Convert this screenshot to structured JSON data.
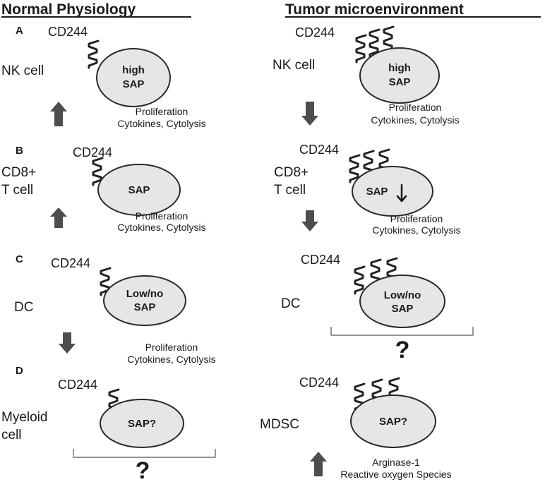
{
  "headers": {
    "left": "Normal Physiology",
    "right": "Tumor microenvironment"
  },
  "panels": {
    "a": "A",
    "b": "B",
    "c": "C",
    "d": "D"
  },
  "receptor_label": "CD244",
  "cells": {
    "nk": "NK cell",
    "cd8_line1": "CD8+",
    "cd8_line2": "T cell",
    "dc": "DC",
    "myeloid_line1": "Myeloid",
    "myeloid_line2": "cell",
    "mdsc": "MDSC"
  },
  "sap": {
    "high_line1": "high",
    "high_line2": "SAP",
    "normal": "SAP",
    "low_line1": "Low/no",
    "low_line2": "SAP",
    "unknown": "SAP?"
  },
  "effects": {
    "line1": "Proliferation",
    "line2": "Cytokines, Cytolysis",
    "mdsc_line1": "Arginase-1",
    "mdsc_line2": "Reactive oxygen Species"
  },
  "question": "?",
  "colors": {
    "cell_fill": "#e6e6e6",
    "arrow": "#4d4d4d"
  },
  "icons": {
    "up": "arrow-up-icon",
    "down": "arrow-down-icon",
    "sap_down": "arrow-down-icon"
  }
}
